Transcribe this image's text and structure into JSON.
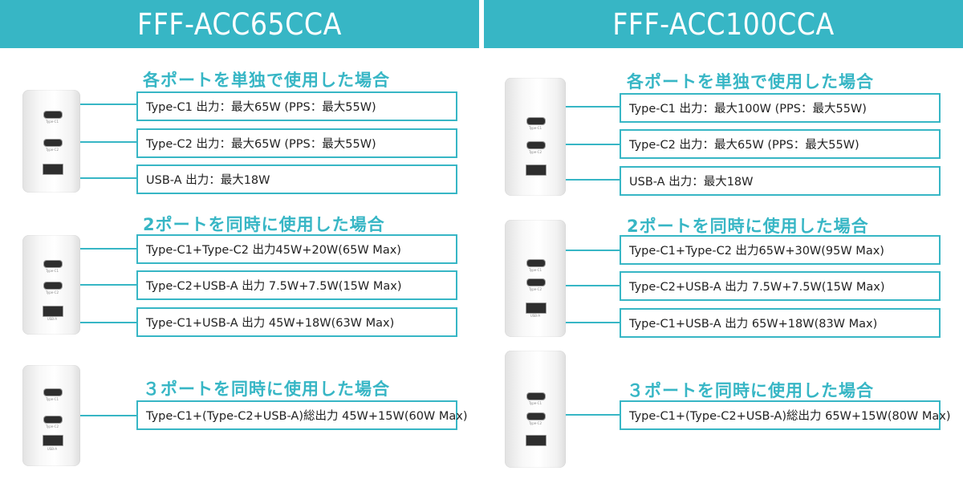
{
  "left": {
    "model": "FFF-ACC65CCA",
    "section1_title": "各ポートを単独で使用した場合",
    "section1_items": [
      "Type-C1 出力：最大65W (PPS：最大55W)",
      "Type-C2 出力：最大65W (PPS：最大55W)",
      "USB-A 出力：最大18W"
    ],
    "section2_title": "2ポートを同時に使用した場合",
    "section2_items": [
      "Type-C1+Type-C2 出力45W+20W(65W Max)",
      "Type-C2+USB-A 出力 7.5W+7.5W(15W Max)",
      "Type-C1+USB-A 出力 45W+18W(63W Max)"
    ],
    "section3_title": "３ポートを同時に使用した場合",
    "section3_items": [
      "Type-C1+(Type-C2+USB-A)総出力 45W+15W(60W Max)"
    ]
  },
  "right": {
    "model": "FFF-ACC100CCA",
    "section1_title": "各ポートを単独で使用した場合",
    "section1_items": [
      "Type-C1 出力：最大100W (PPS：最大55W)",
      "Type-C2 出力：最大65W (PPS：最大55W)",
      "USB-A 出力：最大18W"
    ],
    "section2_title": "2ポートを同時に使用した場合",
    "section2_items": [
      "Type-C1+Type-C2 出力65W+30W(95W Max)",
      "Type-C2+USB-A 出力 7.5W+7.5W(15W Max)",
      "Type-C1+USB-A 出力 65W+18W(83W Max)"
    ],
    "section3_title": "３ポートを同時に使用した場合",
    "section3_items": [
      "Type-C1+(Type-C2+USB-A)総出力 65W+15W(80W Max)"
    ]
  },
  "port_labels": {
    "c1": "Type-C1",
    "c2": "Type-C2",
    "a": "USB-A"
  },
  "colors": {
    "accent": "#37b6c5",
    "text": "#222222"
  }
}
